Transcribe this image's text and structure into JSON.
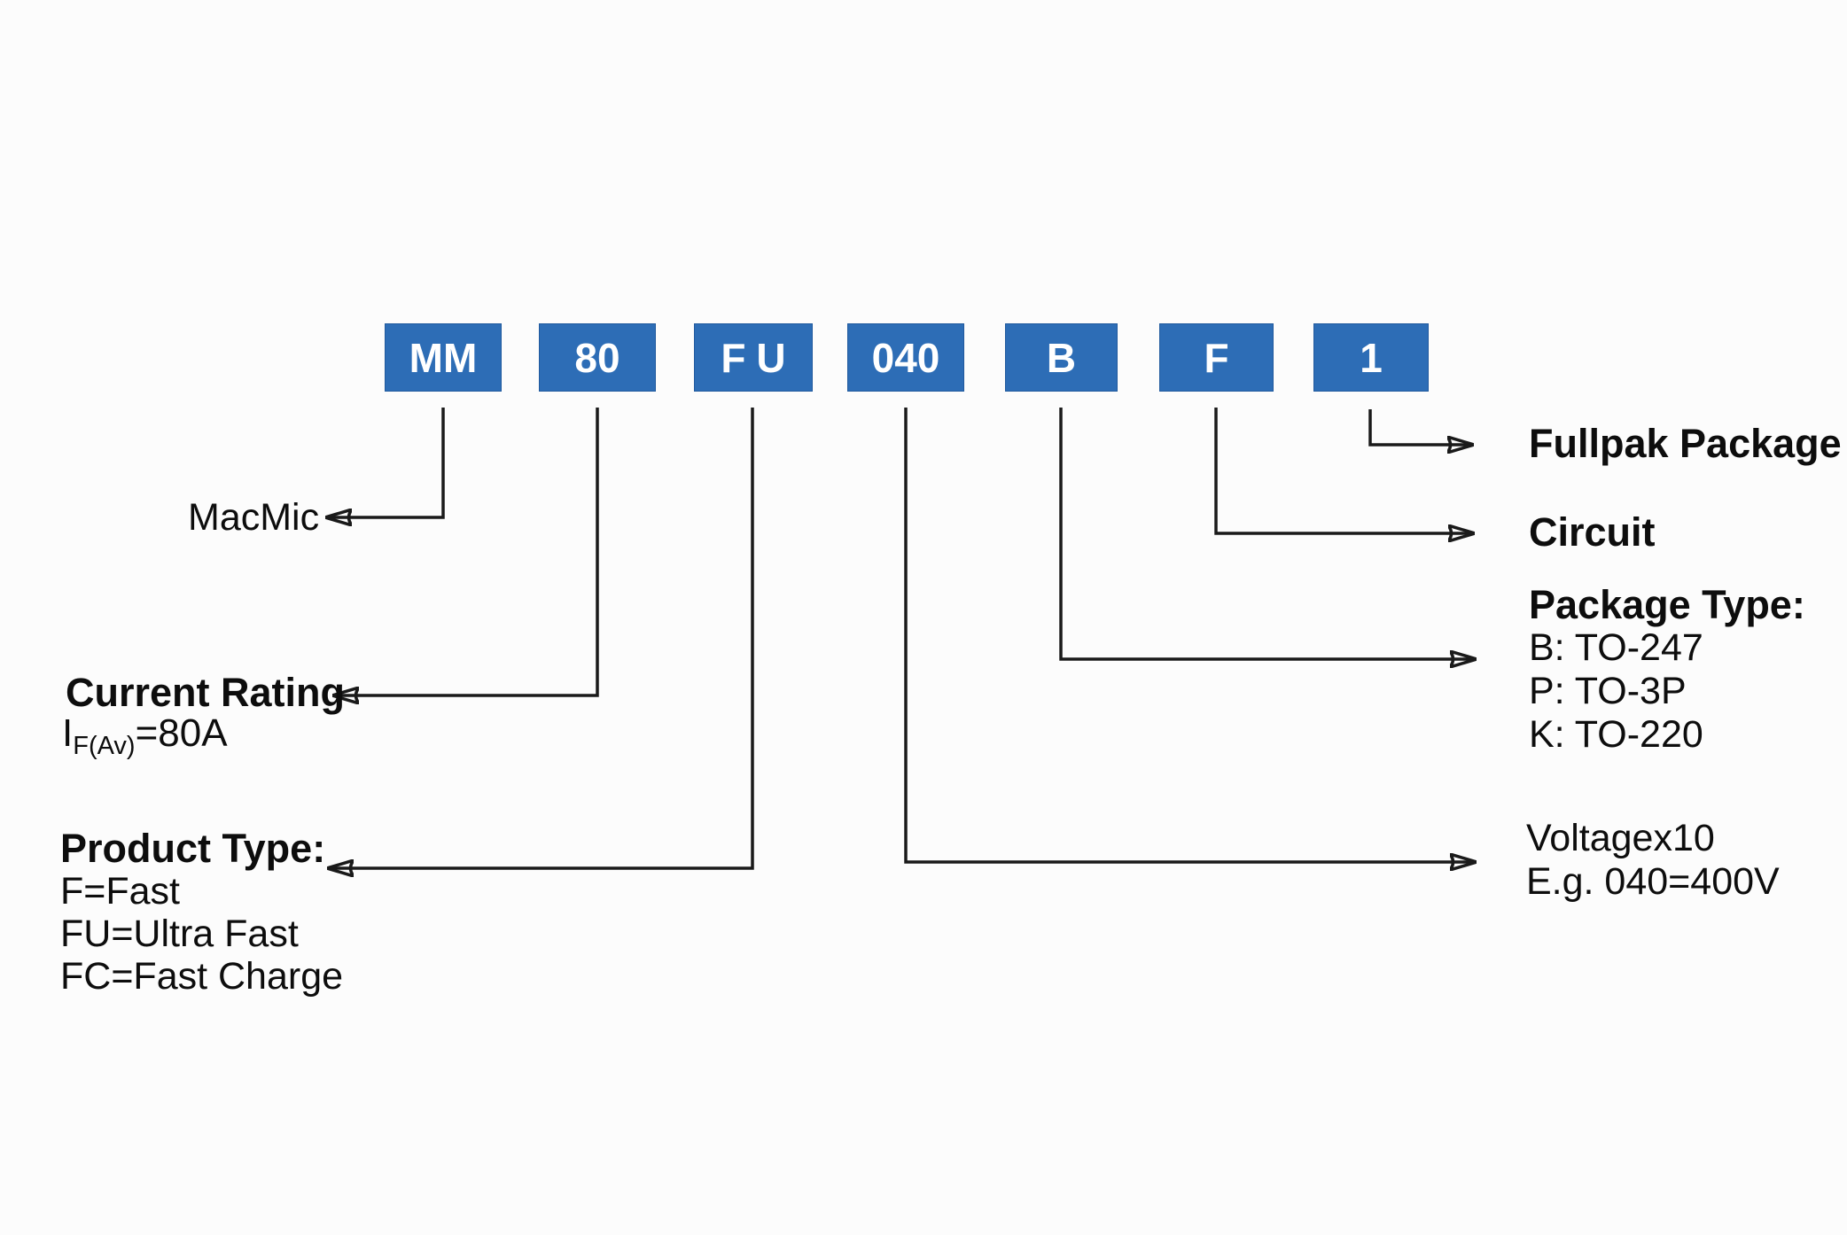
{
  "diagram": {
    "part_code_boxes": [
      "MM",
      "80",
      "FU",
      "040",
      "B",
      "F",
      "1"
    ],
    "left": {
      "macmic": "MacMic",
      "current_rating": {
        "title": "Current Rating",
        "symbol": "I",
        "subscript": "F(Av)",
        "value": "=80A"
      },
      "product_type": {
        "title": "Product Type:",
        "lines": [
          "F=Fast",
          "FU=Ultra Fast",
          "FC=Fast Charge"
        ]
      }
    },
    "right": {
      "fullpak": "Fullpak Package",
      "circuit": "Circuit",
      "package_type": {
        "title": "Package Type:",
        "lines": [
          "B: TO-247",
          "P: TO-3P",
          "K: TO-220"
        ]
      },
      "voltage": {
        "lines": [
          "Voltagex10",
          "E.g. 040=400V"
        ]
      }
    },
    "colors": {
      "box_fill": "#2d6db6",
      "box_text": "#ffffff",
      "connector": "#1a1a1a",
      "text": "#0d0d0d",
      "background": "#fcfcfc"
    }
  }
}
